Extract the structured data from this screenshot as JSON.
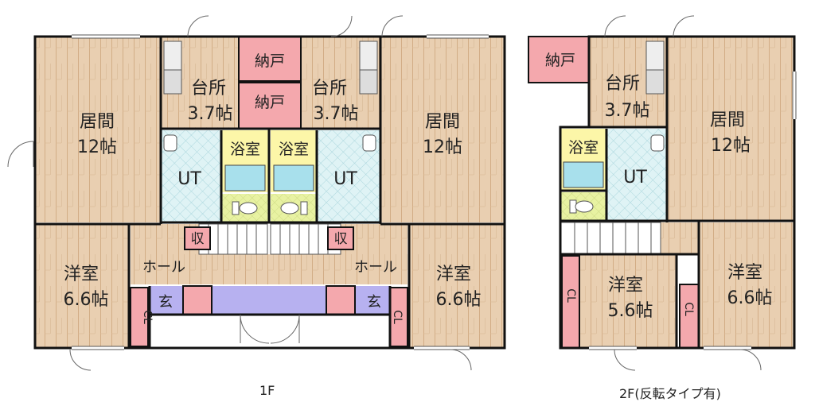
{
  "floor_1": {
    "caption": "1F",
    "labels": {
      "living_left": "居間",
      "living_left_size": "12帖",
      "kitchen_left": "台所",
      "kitchen_left_size": "3.7帖",
      "closet_top": "納戸",
      "closet_mid": "納戸",
      "kitchen_right": "台所",
      "kitchen_right_size": "3.7帖",
      "living_right": "居間",
      "living_right_size": "12帖",
      "ut_left": "UT",
      "bath_left": "浴室",
      "bath_right": "浴室",
      "ut_right": "UT",
      "storage_left": "収",
      "storage_right": "収",
      "hall_left": "ホール",
      "hall_right": "ホール",
      "western_left": "洋室",
      "western_left_size": "6.6帖",
      "western_right": "洋室",
      "western_right_size": "6.6帖",
      "entrance_left": "玄",
      "entrance_right": "玄",
      "cl_left": "CL",
      "cl_right": "CL"
    }
  },
  "floor_2": {
    "caption": "2F(反転タイプ有)",
    "labels": {
      "closet": "納戸",
      "kitchen": "台所",
      "kitchen_size": "3.7帖",
      "living": "居間",
      "living_size": "12帖",
      "bath": "浴室",
      "ut": "UT",
      "western_mid": "洋室",
      "western_mid_size": "5.6帖",
      "western_right": "洋室",
      "western_right_size": "6.6帖",
      "cl_mid": "CL",
      "cl_right": "CL"
    }
  },
  "colors": {
    "wood": "#e9cfb1",
    "wood_line": "#d2ad86",
    "closet": "#f4a8ad",
    "bath": "#fcf6a8",
    "tub": "#a8e0ec",
    "ut_tile": "#dff3f5",
    "ut_grid": "#9fd0d8",
    "toilet": "#e8f2a2",
    "hall_floor": "#e6c9a3",
    "entrance": "#b7b1f0",
    "wall": "#111111"
  }
}
